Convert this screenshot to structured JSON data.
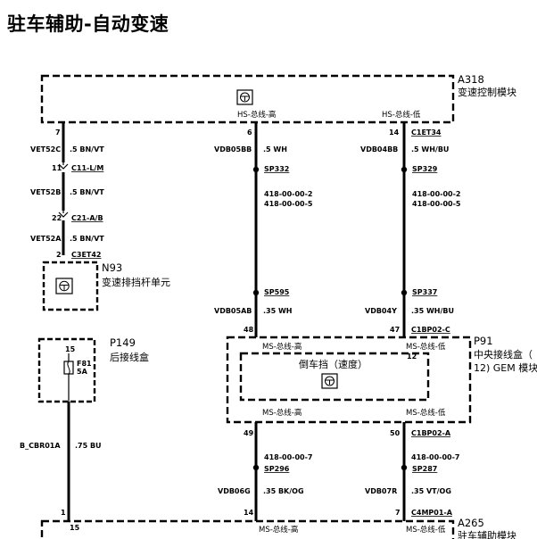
{
  "title": "驻车辅助-自动变速",
  "colors": {
    "line": "#000000",
    "background": "#ffffff"
  },
  "modules": {
    "A318": {
      "id": "A318",
      "name": "变速控制模块",
      "bus_left": "HS-总线-高",
      "bus_right": "HS-总线-低"
    },
    "N93": {
      "id": "N93",
      "name": "变速排挡杆单元"
    },
    "P149": {
      "id": "P149",
      "name": "后接线盒",
      "fuse": "F81",
      "fuse_rating": "5A",
      "pin_top": "15"
    },
    "P91": {
      "id": "P91",
      "name": "中央接线盒（",
      "name2": "12) GEM 模块",
      "bus_top_left": "MS-总线-高",
      "bus_top_right": "MS-总线-低",
      "bus_bottom_left": "MS-总线-高",
      "bus_bottom_right": "MS-总线-低",
      "inner_pin": "12",
      "inner_label": "倒车挡（速度）"
    },
    "A265": {
      "id": "A265",
      "name": "驻车辅助模块",
      "bus_left": "MS-总线-高",
      "bus_right": "MS-总线-低"
    }
  },
  "wires": {
    "left": {
      "pin_top": "7",
      "seg1_code": "VET52C",
      "seg1_spec": ".5 BN/VT",
      "c11_pin": "11",
      "c11_name": "C11-L/M",
      "seg2_code": "VET52B",
      "seg2_spec": ".5 BN/VT",
      "c21_pin": "22",
      "c21_name": "C21-A/B",
      "seg3_code": "VET52A",
      "seg3_spec": ".5 BN/VT",
      "c3_pin": "2",
      "c3_name": "C3ET42"
    },
    "middle": {
      "pin_top": "6",
      "seg1_code": "VDB05BB",
      "seg1_spec": ".5 WH",
      "sp1": "SP332",
      "ref1": "418-00-00-2",
      "ref2": "418-00-00-5",
      "sp2": "SP595",
      "seg2_code": "VDB05AB",
      "seg2_spec": ".35 WH",
      "p91_pin": "48"
    },
    "right": {
      "pin_top": "14",
      "conn_top": "C1ET34",
      "seg1_code": "VDB04BB",
      "seg1_spec": ".5 WH/BU",
      "sp1": "SP329",
      "ref1": "418-00-00-2",
      "ref2": "418-00-00-5",
      "sp2": "SP337",
      "seg2_code": "VDB04Y",
      "seg2_spec": ".35 WH/BU",
      "p91_pin": "47",
      "p91_conn": "C1BP02-C"
    },
    "bottom_middle": {
      "p91_pin": "49",
      "ref": "418-00-00-7",
      "sp": "SP296",
      "code": "VDB06G",
      "spec": ".35 BK/OG",
      "a265_pin": "14"
    },
    "bottom_right": {
      "p91_pin": "50",
      "p91_conn": "C1BP02-A",
      "ref": "418-00-00-7",
      "sp": "SP287",
      "code": "VDB07R",
      "spec": ".35 VT/OG",
      "a265_pin": "7",
      "a265_conn": "C4MP01-A"
    },
    "power": {
      "code": "B_CBR01A",
      "spec": ".75 BU",
      "a265_pin": "1",
      "a265_pin2": "15"
    }
  }
}
